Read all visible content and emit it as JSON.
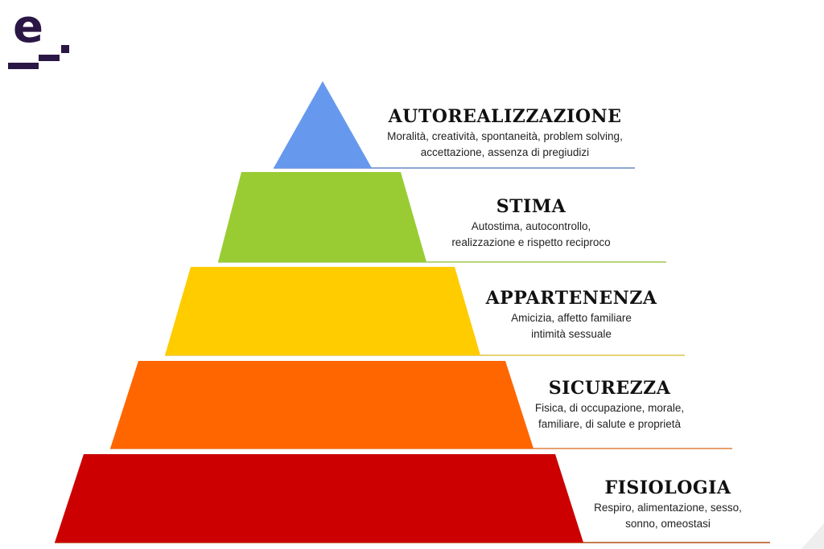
{
  "logo": {
    "letter": "e",
    "color": "#2b1745"
  },
  "levels": [
    {
      "title": "AUTOREALIZZAZIONE",
      "desc_line1": "Moralità, creatività, spontaneità, problem solving,",
      "desc_line2": "accettazione, assenza di pregiudizi",
      "color": "#6699ee",
      "line_color": "#8ea6d4"
    },
    {
      "title": "STIMA",
      "desc_line1": "Autostima, autocontrollo,",
      "desc_line2": "realizzazione e rispetto reciproco",
      "color": "#99cc33",
      "line_color": "#b8d67a"
    },
    {
      "title": "APPARTENENZA",
      "desc_line1": "Amicizia, affetto familiare",
      "desc_line2": "intimità sessuale",
      "color": "#ffcc00",
      "line_color": "#e6d27a"
    },
    {
      "title": "SICUREZZA",
      "desc_line1": "Fisica, di occupazione, morale,",
      "desc_line2": "familiare, di salute e proprietà",
      "color": "#ff6600",
      "line_color": "#e8a070"
    },
    {
      "title": "FISIOLOGIA",
      "desc_line1": "Respiro, alimentazione, sesso,",
      "desc_line2": "sonno, omeostasi",
      "color": "#cc0000",
      "line_color": "#c87a50"
    }
  ]
}
